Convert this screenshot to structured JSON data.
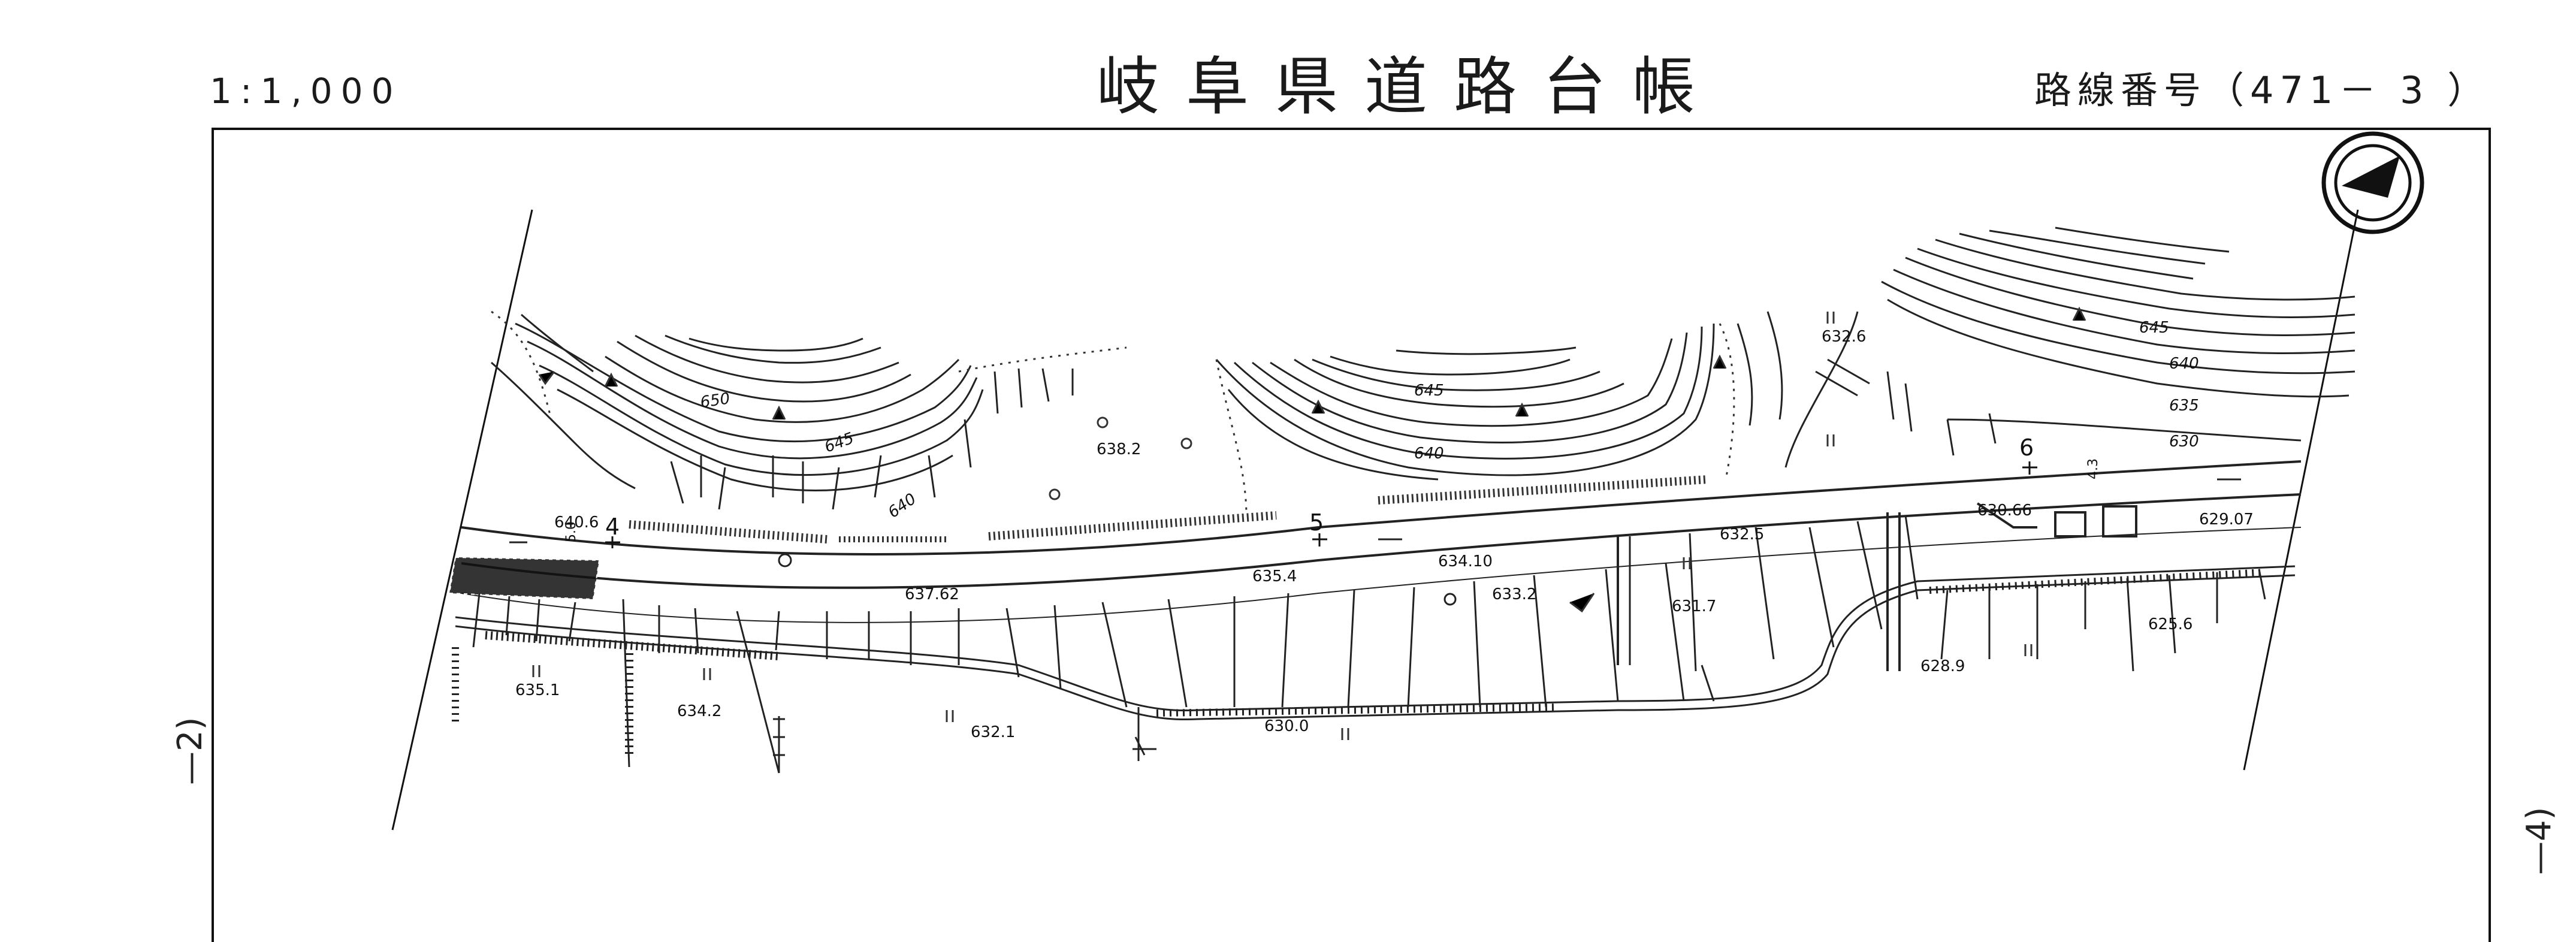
{
  "header": {
    "title": "岐阜県道路台帳",
    "scale": "1:1,000",
    "route_label": "路線番号（471－ 3 ）"
  },
  "side_labels": {
    "left": "—2)",
    "right": "—4)"
  },
  "map": {
    "station_marks": [
      "4",
      "5",
      "6"
    ],
    "road_width_marks": [
      "5.0",
      "4.3"
    ],
    "contour_labels": [
      "650",
      "645",
      "640",
      "645",
      "640",
      "645",
      "640",
      "635",
      "630"
    ],
    "elevations": [
      "640.6",
      "638.2",
      "637.62",
      "635.4",
      "634.10",
      "633.2",
      "632.6",
      "632.5",
      "631.7",
      "630.66",
      "629.07",
      "628.9",
      "625.6",
      "635.1",
      "634.2",
      "632.1",
      "630.0"
    ]
  }
}
